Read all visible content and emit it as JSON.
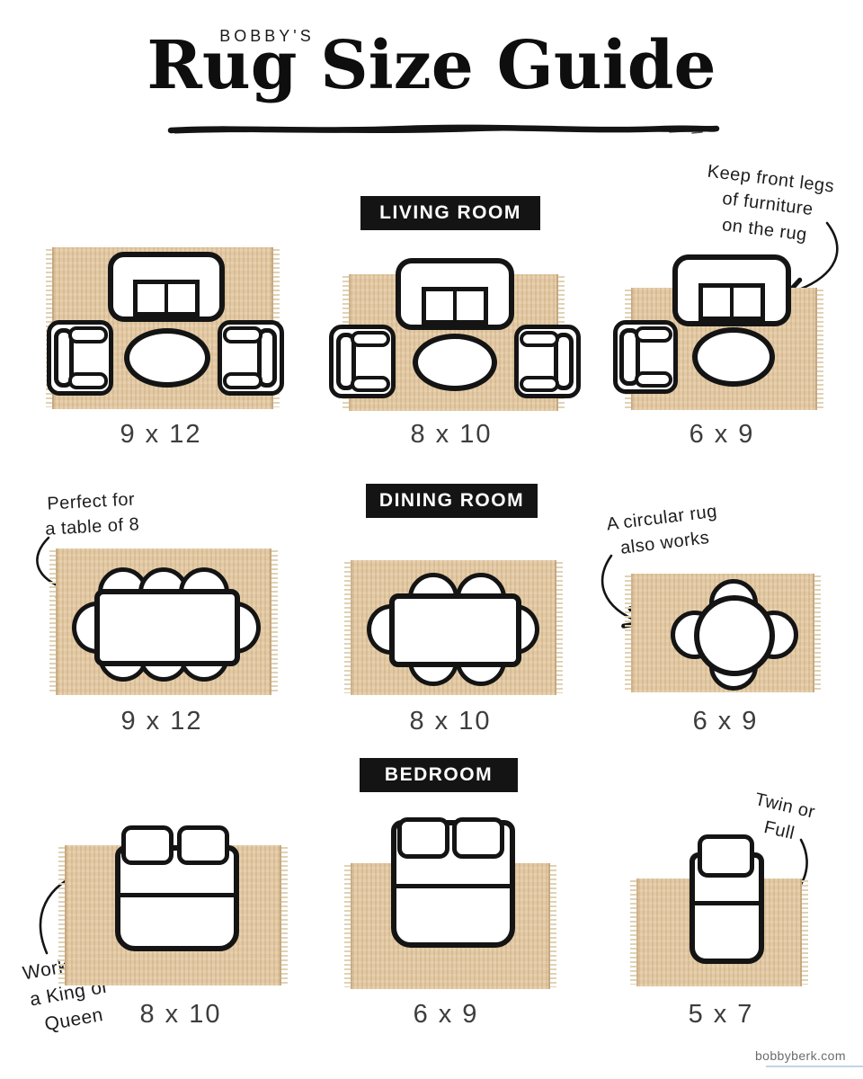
{
  "header": {
    "eyebrow": "BOBBY'S",
    "title": "Rug Size Guide"
  },
  "sections": {
    "living": {
      "label": "LIVING ROOM",
      "annotation_right": "Keep front legs\nof furniture\non the rug",
      "rugs": [
        {
          "size": "9 x 12"
        },
        {
          "size": "8 x 10"
        },
        {
          "size": "6 x 9"
        }
      ]
    },
    "dining": {
      "label": "DINING ROOM",
      "annotation_left": "Perfect for\na table of 8",
      "annotation_right": "A circular rug\nalso works",
      "rugs": [
        {
          "size": "9 x 12"
        },
        {
          "size": "8 x 10"
        },
        {
          "size": "6 x 9"
        }
      ]
    },
    "bedroom": {
      "label": "BEDROOM",
      "annotation_left": "Works for\na King or\nQueen",
      "annotation_right": "Twin or\nFull",
      "rugs": [
        {
          "size": "8 x 10"
        },
        {
          "size": "6 x 9"
        },
        {
          "size": "5 x 7"
        }
      ]
    }
  },
  "footer": {
    "website": "bobbyberk.com"
  },
  "colors": {
    "ink": "#141414",
    "rug_tan": "#e3c9a2",
    "label_bg": "#141414",
    "label_text": "#ffffff",
    "size_text": "#3d3d3d",
    "footer_underline": "#c3d4e6"
  }
}
